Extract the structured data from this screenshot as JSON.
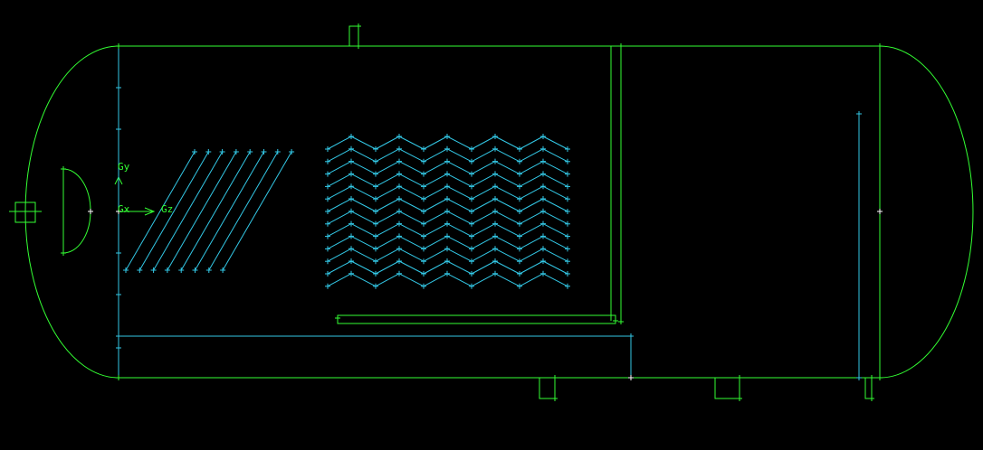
{
  "view": {
    "background": "#000000",
    "outline_color": "#33ff33",
    "interior_color": "#33c8e6",
    "node_color": "#ffffff"
  },
  "axes": {
    "y_label": "Gy",
    "x_label": "Gx",
    "z_label": "Gz"
  },
  "icons": {
    "node_marker": "plus-marker-icon",
    "axis_arrow": "arrow-icon"
  }
}
